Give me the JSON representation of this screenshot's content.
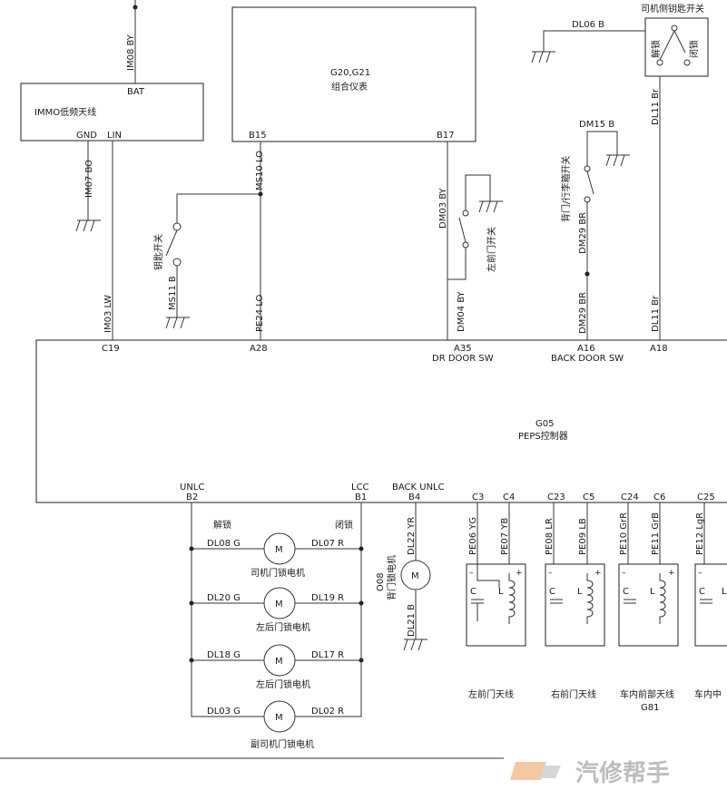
{
  "wires": {
    "im08": "IM08 BY",
    "im07": "IM07 BO",
    "im03": "IM03 LW",
    "ms10": "MS10 LO",
    "ms11": "MS11 B",
    "pe24": "PE24 LO",
    "dm03": "DM03 BY",
    "dm04": "DM04 BY",
    "dm15": "DM15 B",
    "dm29a": "DM29 BR",
    "dm29b": "DM29 BR",
    "dl06": "DL06 B",
    "dl11a": "DL11 Br",
    "dl11b": "DL11 Br",
    "dl22": "DL22 YR",
    "dl21": "DL21 B",
    "pe06": "PE06 YG",
    "pe07": "PE07 YB",
    "pe08": "PE08 LR",
    "pe09": "PE09 LB",
    "pe10": "PE10 GrR",
    "pe11": "PE11 GrB",
    "pe12": "PE12 LgR",
    "dl08": "DL08 G",
    "dl07": "DL07 R",
    "dl20": "DL20 G",
    "dl19": "DL19 R",
    "dl18": "DL18 G",
    "dl17": "DL17 R",
    "dl03": "DL03 G",
    "dl02": "DL02 R"
  },
  "immo": {
    "pin_bat": "BAT",
    "title": "IMMO低频天线",
    "pin_gnd": "GND",
    "pin_lin": "LIN"
  },
  "cluster": {
    "code": "G20,G21",
    "title": "组合仪表",
    "pin_b15": "B15",
    "pin_b17": "B17"
  },
  "key_switch": {
    "title": "司机侧钥匙开关",
    "unlock": "解锁",
    "lock": "闭锁"
  },
  "switches": {
    "key": "钥匙开关",
    "left_front_door": "左前门开关",
    "rear_door": "背门/行李箱开关"
  },
  "peps": {
    "code": "G05",
    "title": "PEPS控制器",
    "pins_top": [
      "C19",
      "A28",
      "A35",
      "A16",
      "A18"
    ],
    "dr_door": "DR DOOR SW",
    "back_door": "BACK DOOR SW",
    "unlc": "UNLC",
    "b2": "B2",
    "lcc": "LCC",
    "b1": "B1",
    "back_unlc": "BACK UNLC",
    "b4": "B4",
    "pins_bottom": [
      "C3",
      "C4",
      "C23",
      "C5",
      "C24",
      "C6",
      "C25"
    ]
  },
  "motors": {
    "unlock": "解锁",
    "lock": "闭锁",
    "m": "M",
    "items": [
      "司机门锁电机",
      "左后门锁电机",
      "左后门锁电机",
      "副司机门锁电机"
    ],
    "back_code": "O08",
    "back_title": "背门锁电机"
  },
  "antennas": {
    "c": "C",
    "l": "L",
    "plus": "+",
    "items": [
      "左前门天线",
      "右前门天线",
      "车内前部天线",
      "车内中"
    ],
    "g81": "G81"
  },
  "watermark": "汽修帮手"
}
